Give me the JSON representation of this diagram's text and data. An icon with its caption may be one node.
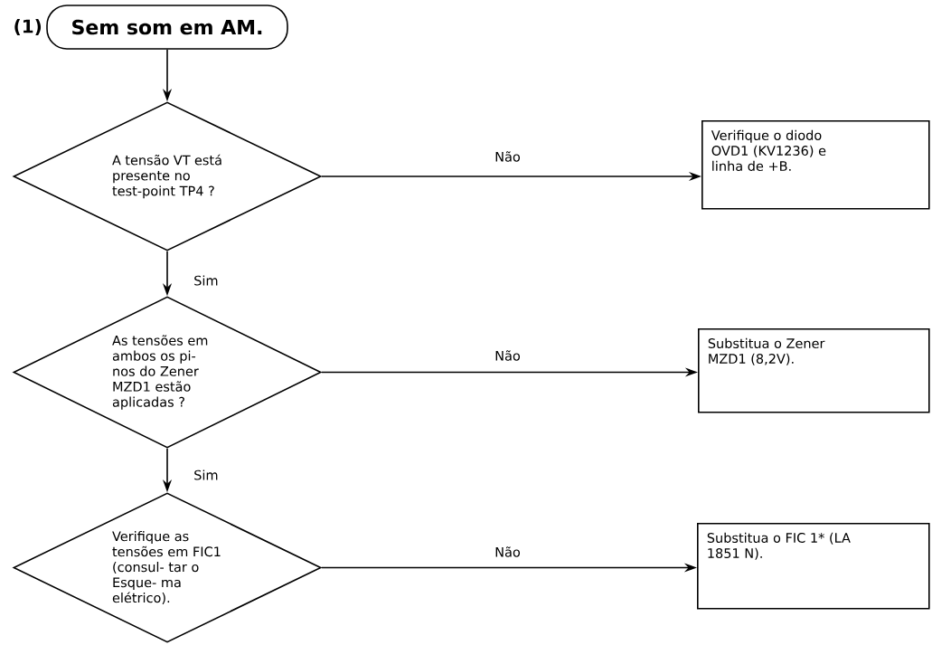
{
  "diagram": {
    "nodes": [
      {
        "text": [
          "Sem som em AM."
        ],
        "beside": [
          "(1)"
        ]
      },
      {
        "text": [
          "A tensão VT está presente no test-point TP4 ?"
        ]
      },
      {
        "text": [
          "Verifique o diodo OVD1 (KV1236) e linha de +B."
        ]
      },
      {
        "text": [
          "As tensões em ambos os pi- nos do Zener MZD1 estão aplicadas ?"
        ]
      },
      {
        "text": [
          "Substitua o Zener MZD1 (8,2V)."
        ]
      },
      {
        "text": [
          "Verifique as tensões em FIC1 (consul- tar o Esque- ma elétrico)."
        ]
      },
      {
        "text": [
          "Substitua o FIC 1* (LA 1851 N)."
        ]
      }
    ],
    "edges": [
      {
        "from": 0,
        "to": 1,
        "arrow": "to"
      },
      {
        "from": 1,
        "to": 2,
        "arrow": "to",
        "label": "Não"
      },
      {
        "from": 1,
        "to": 3,
        "arrow": "to",
        "label": "Sim"
      },
      {
        "from": 3,
        "to": 4,
        "arrow": "to",
        "label": "Não"
      },
      {
        "from": 3,
        "to": 5,
        "arrow": "to",
        "label": "Sim"
      },
      {
        "from": 5,
        "to": 6,
        "arrow": "to",
        "label": "Não"
      }
    ]
  }
}
